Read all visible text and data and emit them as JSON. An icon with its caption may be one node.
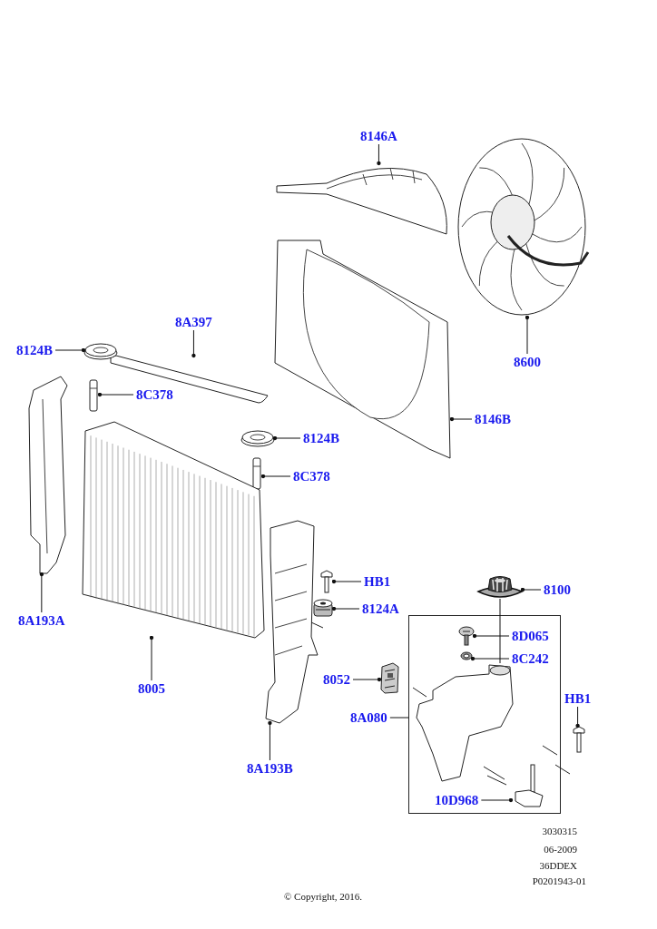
{
  "diagram": {
    "nodes": [
      {
        "text": [
          "8146A"
        ]
      },
      {
        "text": [],
        "shape": "picture"
      },
      {
        "text": [
          "8600"
        ]
      },
      {
        "text": [],
        "shape": "picture"
      },
      {
        "text": [
          "8A397"
        ]
      },
      {
        "text": [],
        "shape": "picture"
      },
      {
        "text": [
          "8146B"
        ]
      },
      {
        "text": [],
        "shape": "picture"
      },
      {
        "text": [
          "8124B"
        ]
      },
      {
        "text": [],
        "shape": "picture"
      },
      {
        "text": [
          "8C378"
        ]
      },
      {
        "text": [],
        "shape": "picture"
      },
      {
        "text": [
          "8124B"
        ]
      },
      {
        "text": [],
        "shape": "picture"
      },
      {
        "text": [
          "8C378"
        ]
      },
      {
        "text": [],
        "shape": "picture"
      },
      {
        "text": [
          "8A193A"
        ]
      },
      {
        "text": [],
        "shape": "picture"
      },
      {
        "text": [
          "8005"
        ]
      },
      {
        "text": [],
        "shape": "picture"
      },
      {
        "text": [
          "8A193B"
        ]
      },
      {
        "text": [],
        "shape": "picture"
      },
      {
        "text": [
          "HB1"
        ]
      },
      {
        "text": [],
        "shape": "picture"
      },
      {
        "text": [
          "8124A"
        ]
      },
      {
        "text": [],
        "shape": "picture"
      },
      {
        "text": [
          "8100"
        ]
      },
      {
        "text": [],
        "shape": "picture"
      },
      {
        "text": [],
        "shape": "box"
      },
      {
        "text": [
          "8D065"
        ],
        "in": 28
      },
      {
        "text": [],
        "shape": "picture",
        "in": 28
      },
      {
        "text": [
          "8C242"
        ],
        "in": 28
      },
      {
        "text": [],
        "shape": "picture",
        "in": 28
      },
      {
        "text": [
          "8052"
        ]
      },
      {
        "text": [],
        "shape": "picture"
      },
      {
        "text": [
          "8A080"
        ]
      },
      {
        "text": [],
        "shape": "picture",
        "in": 28
      },
      {
        "text": [
          "10D968"
        ],
        "in": 28
      },
      {
        "text": [],
        "shape": "picture",
        "in": 28
      },
      {
        "text": [
          "HB1"
        ]
      },
      {
        "text": [],
        "shape": "picture"
      }
    ],
    "edges": [
      {
        "from": 0,
        "to": 1,
        "arrow": "other"
      },
      {
        "from": 2,
        "to": 3,
        "arrow": "other"
      },
      {
        "from": 4,
        "to": 5,
        "arrow": "other"
      },
      {
        "from": 6,
        "to": 7,
        "arrow": "other"
      },
      {
        "from": 8,
        "to": 9,
        "arrow": "other"
      },
      {
        "from": 10,
        "to": 11,
        "arrow": "other"
      },
      {
        "from": 12,
        "to": 13,
        "arrow": "other"
      },
      {
        "from": 14,
        "to": 15,
        "arrow": "other"
      },
      {
        "from": 16,
        "to": 17,
        "arrow": "other"
      },
      {
        "from": 18,
        "to": 19,
        "arrow": "other"
      },
      {
        "from": 20,
        "to": 21,
        "arrow": "other"
      },
      {
        "from": 22,
        "to": 23,
        "arrow": "other"
      },
      {
        "from": 24,
        "to": 25,
        "arrow": "other"
      },
      {
        "from": 26,
        "to": 27,
        "arrow": "other"
      },
      {
        "from": 29,
        "to": 30,
        "arrow": "other"
      },
      {
        "from": 31,
        "to": 32,
        "arrow": "other"
      },
      {
        "from": 33,
        "to": 34,
        "arrow": "other"
      },
      {
        "from": 35,
        "to": 28,
        "arrow": "none"
      },
      {
        "from": 37,
        "to": 38,
        "arrow": "other"
      },
      {
        "from": 39,
        "to": 40,
        "arrow": "other"
      },
      {
        "from": 27,
        "to": 36,
        "arrow": "none"
      }
    ],
    "labels": [
      "3030315",
      "06-2009",
      "36DDEX",
      "P0201943-01",
      "© Copyright, 2016."
    ]
  }
}
